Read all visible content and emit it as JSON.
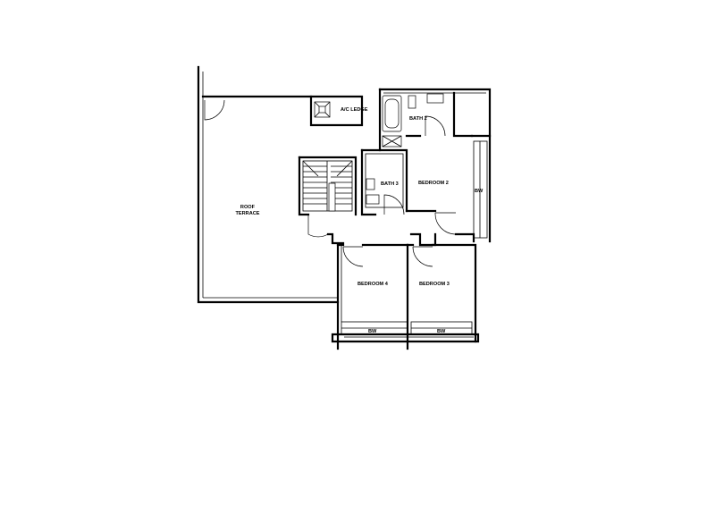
{
  "rooms": {
    "roof_terrace_line1": "ROOF",
    "roof_terrace_line2": "TERRACE",
    "ac_ledge": "A/C LEDGE",
    "bath2": "BATH 2",
    "bath3": "BATH 3",
    "bedroom2": "BEDROOM 2",
    "bedroom3": "BEDROOM 3",
    "bedroom4": "BEDROOM 4",
    "bw_right": "BW",
    "bw_bed4": "BW",
    "bw_bed3": "BW"
  }
}
